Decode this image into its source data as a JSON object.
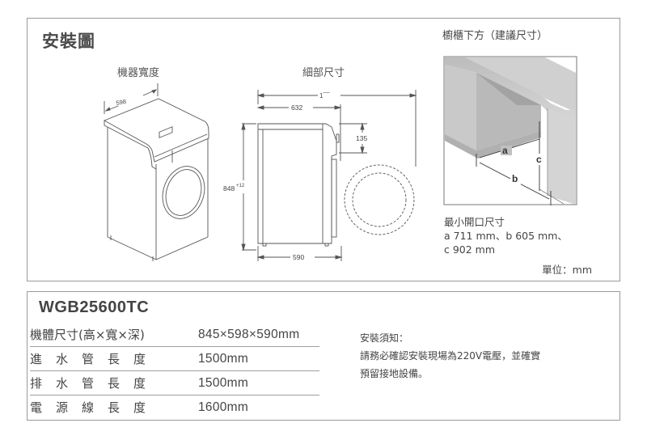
{
  "install": {
    "title": "安裝圖",
    "width_view_label": "機器寬度",
    "detail_view_label": "細部尺寸",
    "cabinet_label": "櫥櫃下方（建議尺寸）",
    "dimensions": {
      "width": "598",
      "top_depth": "632",
      "overall_depth_partial": "1‾‾‾",
      "panel_height": "135",
      "height": "848",
      "height_tolerance": "+12",
      "base_depth": "590"
    },
    "cabinet_markers": {
      "a": "a",
      "b": "b",
      "c": "c"
    },
    "min_opening": {
      "title": "最小開口尺寸",
      "line1": "a 711 mm、b 605 mm、",
      "line2": "c 902 mm"
    },
    "unit_label": "單位：mm"
  },
  "spec": {
    "model": "WGB25600TC",
    "rows": [
      {
        "label": "機體尺寸(高×寬×深)",
        "value": "845×598×590mm",
        "spaced": false
      },
      {
        "label": "進水管長度",
        "value": "1500mm",
        "spaced": true
      },
      {
        "label": "排水管長度",
        "value": "1500mm",
        "spaced": true
      },
      {
        "label": "電源線長度",
        "value": "1600mm",
        "spaced": true
      }
    ],
    "notes": {
      "title": "安裝須知：",
      "line1": "請務必確認安裝現場為220V電壓，並確實",
      "line2": "預留接地設備。"
    }
  },
  "colors": {
    "border": "#9a9a9a",
    "text": "#444444",
    "cabinet_light": "#d8d8d8",
    "cabinet_mid": "#c4c4c4",
    "cabinet_dark": "#a9a9a9"
  }
}
